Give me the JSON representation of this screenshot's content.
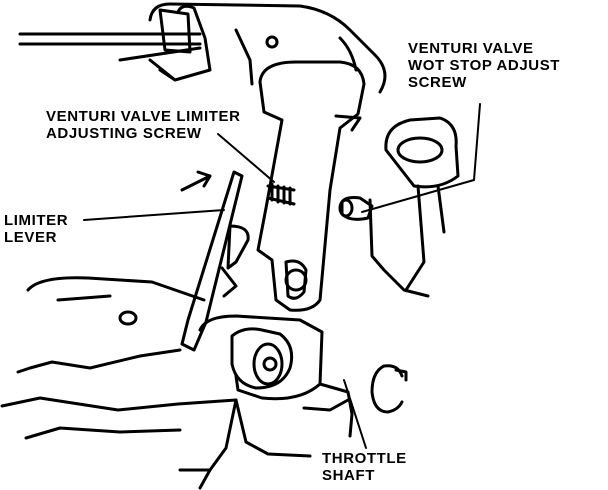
{
  "labels": {
    "wot_stop": {
      "line1": "VENTURI VALVE",
      "line2": "WOT STOP ADJUST",
      "line3": "SCREW"
    },
    "limiter_screw": {
      "line1": "VENTURI VALVE LIMITER",
      "line2": "ADJUSTING SCREW"
    },
    "limiter_lever": {
      "line1": "LIMITER",
      "line2": "LEVER"
    },
    "throttle_shaft": {
      "line1": "THROTTLE",
      "line2": "SHAFT"
    }
  },
  "colors": {
    "ink": "#000000",
    "paper": "#ffffff"
  }
}
